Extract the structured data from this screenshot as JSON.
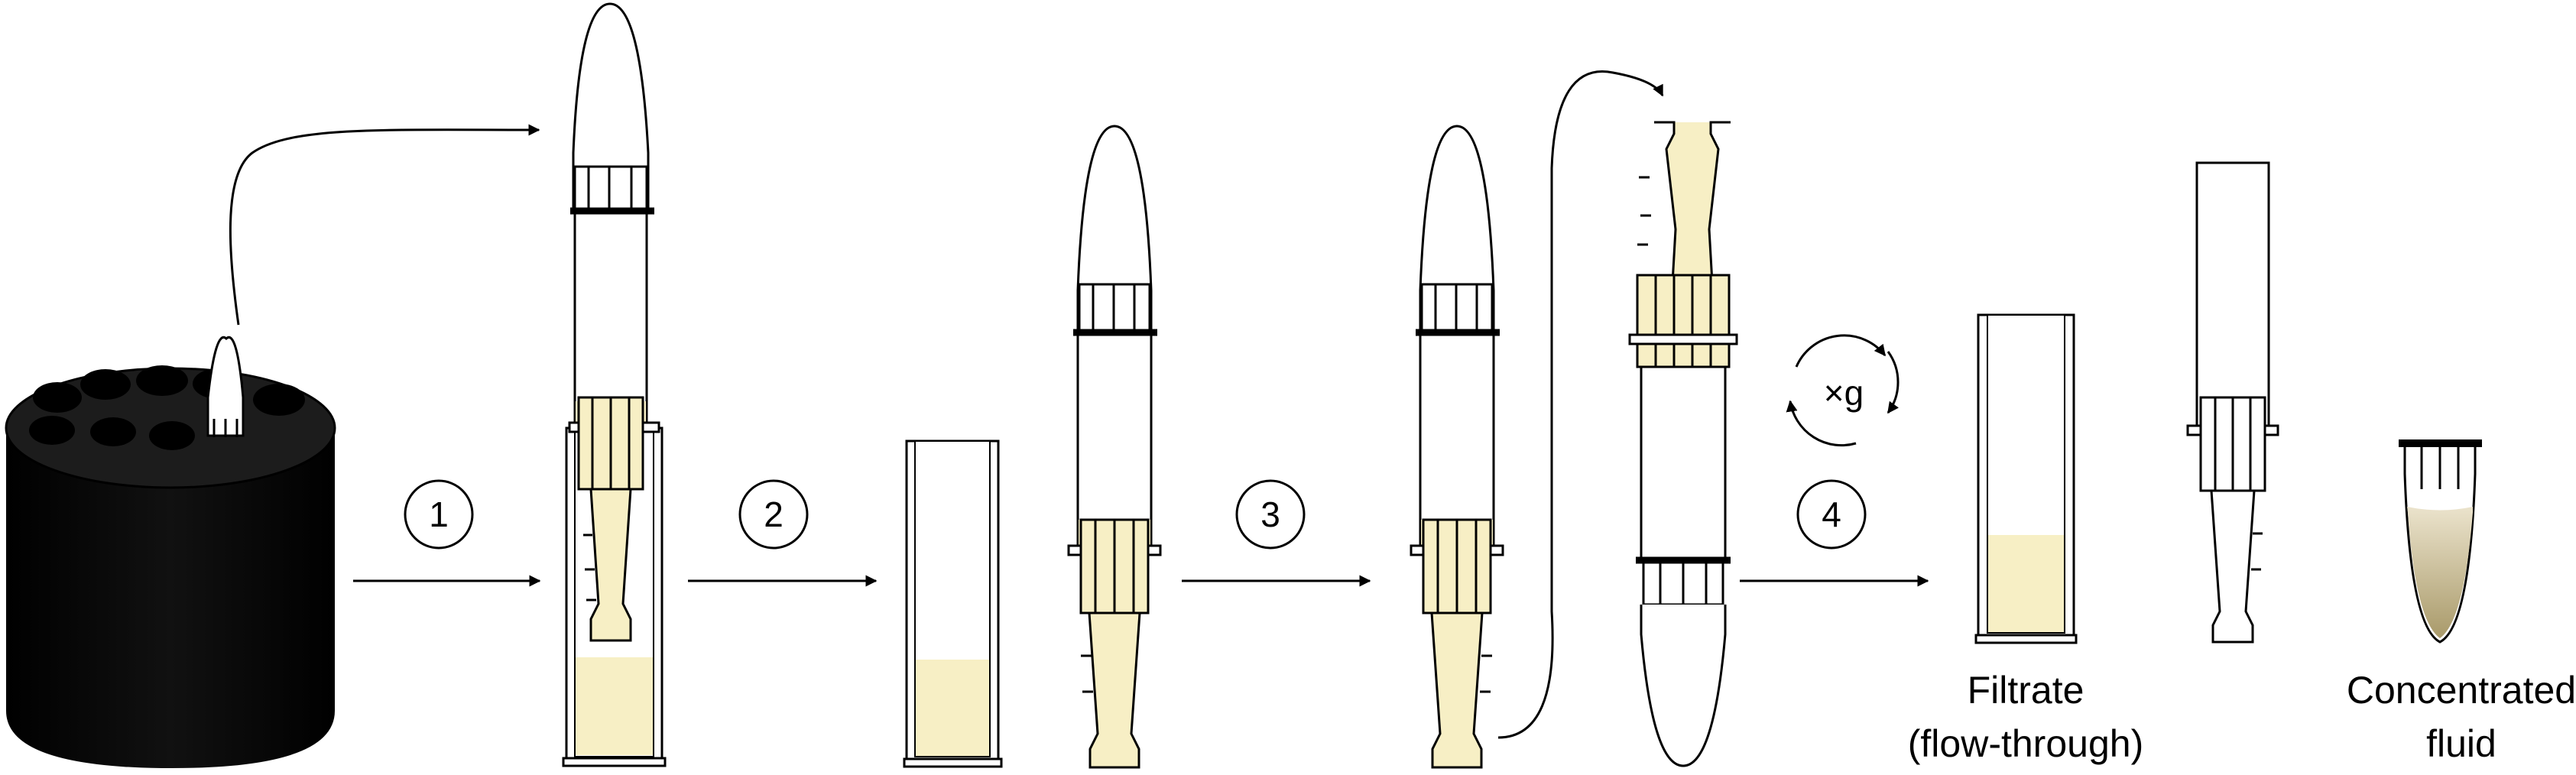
{
  "steps": [
    "1",
    "2",
    "3",
    "4"
  ],
  "centrifuge_label": "×g",
  "captions": {
    "filtrate_line1": "Filtrate",
    "filtrate_line2": "(flow-through)",
    "concentrated_line1": "Concentrated",
    "concentrated_line2": "fluid"
  },
  "colors": {
    "liquid": "#f7efc5",
    "rotor": "#000000",
    "outline": "#000000",
    "background": "#ffffff"
  }
}
